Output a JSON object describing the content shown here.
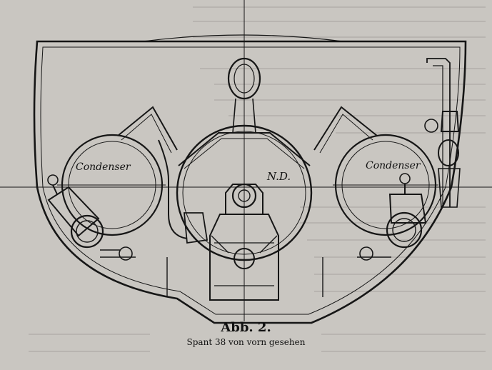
{
  "figure": {
    "labels": {
      "condenser_left": "Condenser",
      "condenser_right": "Condenser",
      "nd": "N.D."
    },
    "caption_title": "Abb. 2.",
    "caption_subtitle": "Spant 38 von vorn gesehen"
  },
  "colors": {
    "paper": "#c9c6c1",
    "ink": "#161616"
  }
}
